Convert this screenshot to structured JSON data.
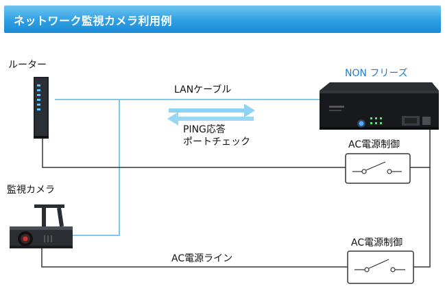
{
  "header": {
    "title": "ネットワーク監視カメラ利用例"
  },
  "labels": {
    "router": "ルーター",
    "camera": "監視カメラ",
    "device": "NON フリーズ",
    "lan_cable": "LANケーブル",
    "ping_line1": "PING応答",
    "ping_line2": "ポートチェック",
    "ac_control_top": "AC電源制御",
    "ac_control_bottom": "AC電源制御",
    "ac_line": "AC電源ライン"
  },
  "colors": {
    "header": "#2f9fe3",
    "lan_line": "#7ec8ec",
    "power_line": "#333333",
    "device_label": "#1a7fd6",
    "arrow": "#8fd3f4"
  }
}
